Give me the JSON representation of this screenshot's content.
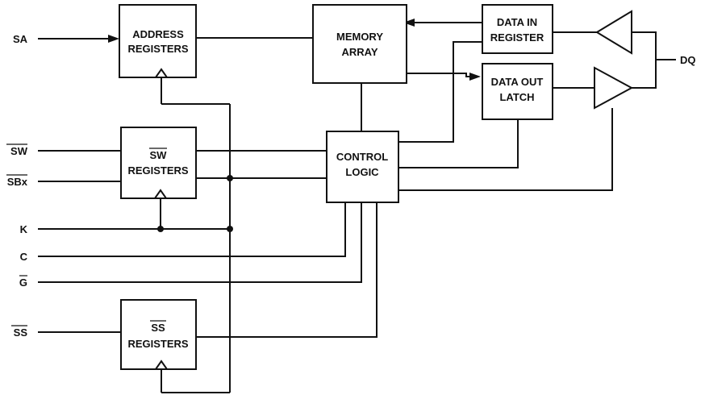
{
  "blocks": {
    "address_registers": [
      "ADDRESS",
      "REGISTERS"
    ],
    "sw_registers": [
      "SW",
      "REGISTERS"
    ],
    "ss_registers": [
      "SS",
      "REGISTERS"
    ],
    "memory_array": [
      "MEMORY",
      "ARRAY"
    ],
    "control_logic": [
      "CONTROL",
      "LOGIC"
    ],
    "data_in_register": [
      "DATA IN",
      "REGISTER"
    ],
    "data_out_latch": [
      "DATA OUT",
      "LATCH"
    ]
  },
  "signals": {
    "sa": "SA",
    "sw": "SW",
    "sbx": "SBx",
    "k": "K",
    "c": "C",
    "g": "G",
    "ss": "SS",
    "dq": "DQ"
  }
}
